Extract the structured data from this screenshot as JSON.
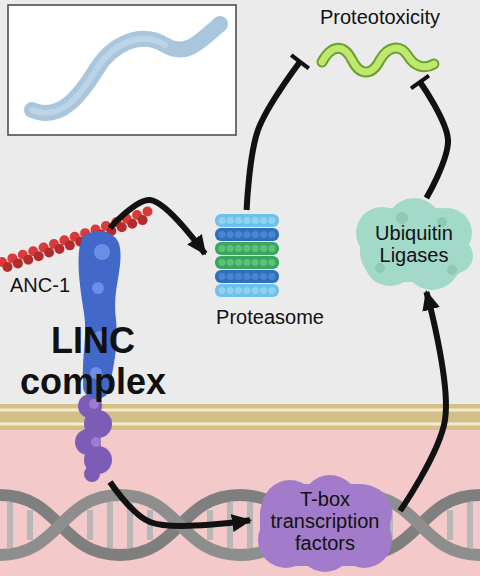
{
  "diagram": {
    "nodes": [
      {
        "text": [
          "Proteotoxicity"
        ]
      },
      {
        "text": [
          "Ubiquitin Ligases"
        ]
      },
      {
        "text": [
          "ANC-1",
          "LINC complex"
        ]
      },
      {
        "text": [
          "Proteasome"
        ]
      },
      {
        "text": [
          "T-box transcription factors"
        ]
      }
    ],
    "edges": [
      {
        "from": 3,
        "to": 0,
        "arrow": "to"
      },
      {
        "from": 1,
        "to": 0,
        "arrow": "to"
      },
      {
        "from": 2,
        "to": 3,
        "arrow": "to"
      },
      {
        "from": 2,
        "to": 4,
        "arrow": "to"
      },
      {
        "from": 4,
        "to": 1,
        "arrow": "to"
      }
    ]
  }
}
